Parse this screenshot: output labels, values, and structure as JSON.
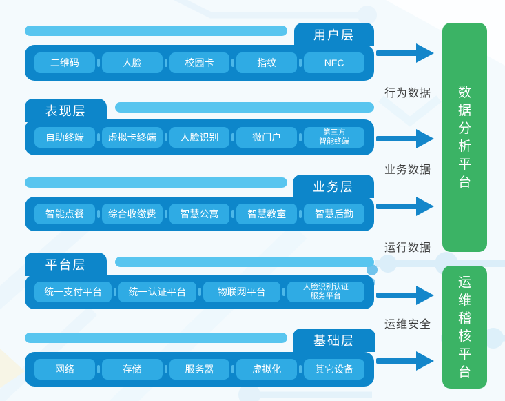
{
  "layers": [
    {
      "tab": "用户层",
      "items": [
        "二维码",
        "人脸",
        "校园卡",
        "指纹",
        "NFC"
      ]
    },
    {
      "tab": "表现层",
      "items": [
        "自助终端",
        "虚拟卡终端",
        "人脸识别",
        "微门户",
        "第三方\n智能终端"
      ]
    },
    {
      "tab": "业务层",
      "items": [
        "智能点餐",
        "综合收缴费",
        "智慧公寓",
        "智慧教室",
        "智慧后勤"
      ]
    },
    {
      "tab": "平台层",
      "items": [
        "统一支付平台",
        "统一认证平台",
        "物联网平台",
        "人脸识别认证\n服务平台"
      ]
    },
    {
      "tab": "基础层",
      "items": [
        "网络",
        "存储",
        "服务器",
        "虚拟化",
        "其它设备"
      ]
    }
  ],
  "data_labels": [
    {
      "label": "行为数据"
    },
    {
      "label": "业务数据"
    },
    {
      "label": "运行数据"
    },
    {
      "label": "运维安全"
    }
  ],
  "platforms": [
    {
      "title": "数据分析平台"
    },
    {
      "title": "运维稽核平台"
    }
  ],
  "colors": {
    "bar_blue": "#0d86ca",
    "chip_blue": "#2fabe4",
    "pill_blue": "#58c5ef",
    "arrow_blue": "#1486ca",
    "platform_green": "#3bb365",
    "label_text": "#3d3d3d"
  }
}
